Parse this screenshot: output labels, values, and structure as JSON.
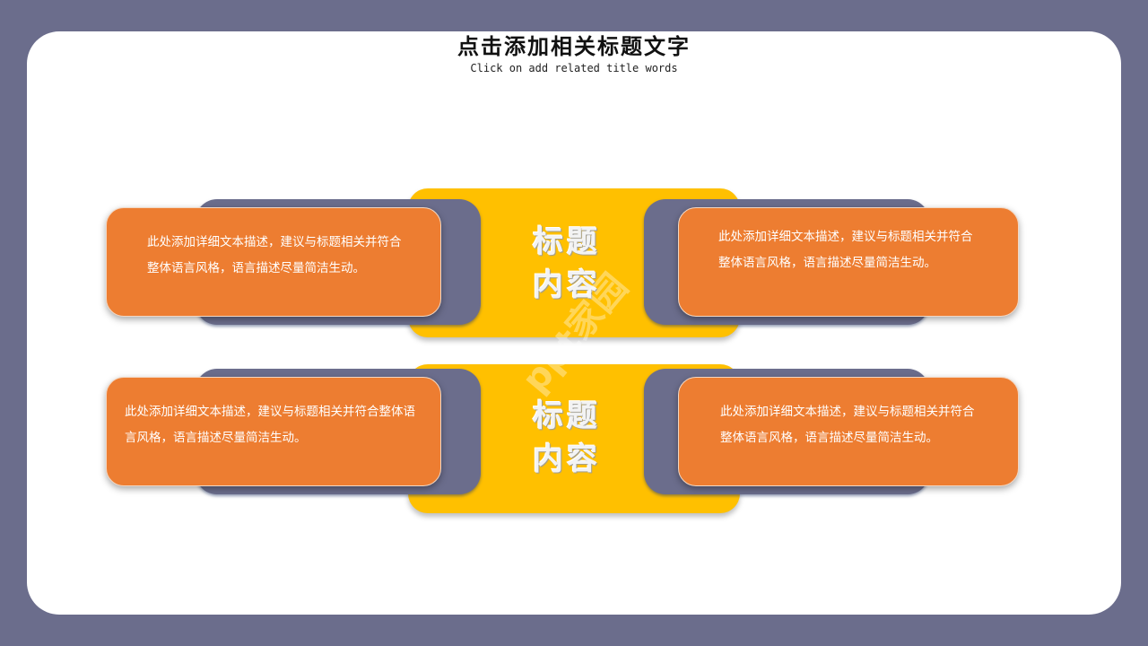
{
  "slide": {
    "title": "点击添加相关标题文字",
    "subtitle": "Click on add related title words"
  },
  "blocks": [
    {
      "center_label_line1": "标题",
      "center_label_line2": "内容",
      "left_text": "此处添加详细文本描述，建议与标题相关并符合整体语言风格，语言描述尽量简洁生动。",
      "right_text": "此处添加详细文本描述，建议与标题相关并符合整体语言风格，语言描述尽量简洁生动。"
    },
    {
      "center_label_line1": "标题",
      "center_label_line2": "内容",
      "left_text": "此处添加详细文本描述，建议与标题相关并符合整体语言风格，语言描述尽量简洁生动。",
      "right_text": "此处添加详细文本描述，建议与标题相关并符合整体语言风格，语言描述尽量简洁生动。"
    }
  ],
  "watermark": "ppt家园",
  "colors": {
    "background": "#6b6d8c",
    "card": "#ffffff",
    "yellow": "#ffc000",
    "slate": "#6b6d8c",
    "orange": "#ed7d31"
  }
}
